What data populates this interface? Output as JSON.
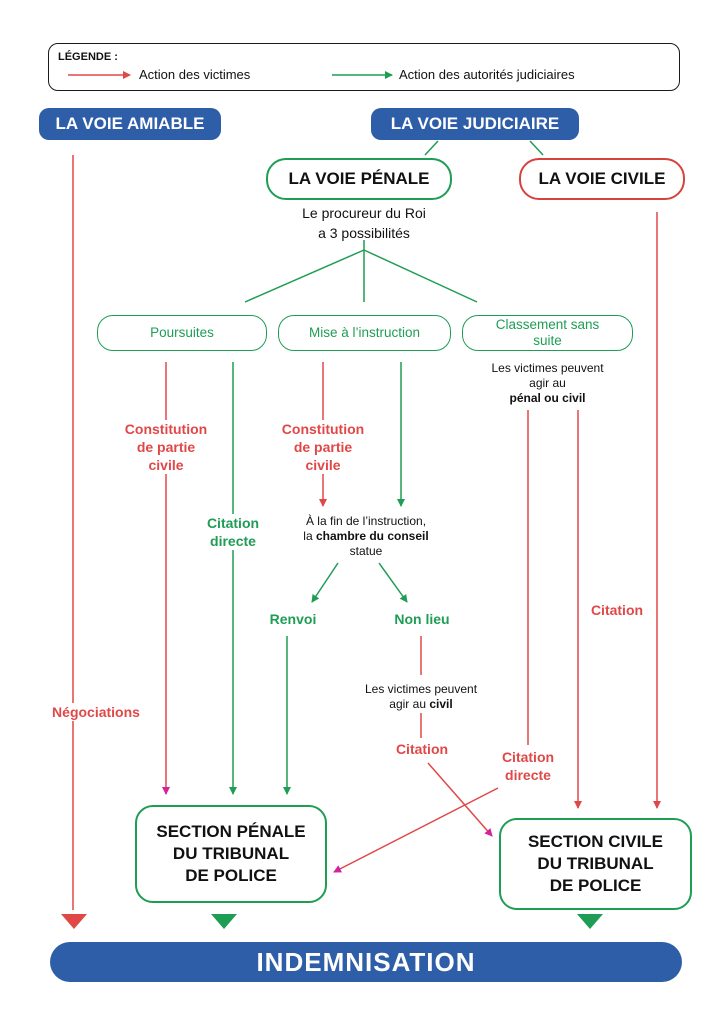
{
  "legend": {
    "title": "LÉGENDE :",
    "victims": "Action des victimes",
    "authorities": "Action des autorités judiciaires",
    "victims_color": "#e04848",
    "authorities_color": "#1f9d55"
  },
  "voie_amiable": "LA VOIE AMIABLE",
  "voie_judiciaire": "LA VOIE JUDICIAIRE",
  "voie_penale": "LA VOIE PÉNALE",
  "voie_civile": "LA VOIE CIVILE",
  "procureur": {
    "line1": "Le procureur du Roi",
    "line2": "a 3 possibilités"
  },
  "options": {
    "poursuites": "Poursuites",
    "instruction": "Mise à l’instruction",
    "classement": "Classement sans suite"
  },
  "labels": {
    "constitution_1": [
      "Constitution",
      "de partie",
      "civile"
    ],
    "constitution_2": [
      "Constitution",
      "de partie",
      "civile"
    ],
    "citation_directe_green": [
      "Citation",
      "directe"
    ],
    "renvoi": "Renvoi",
    "non_lieu": "Non lieu",
    "citation_civil": "Citation",
    "citation_directe_red": [
      "Citation",
      "directe"
    ],
    "citation_civile_voie": "Citation",
    "negociations": "Négociations"
  },
  "notes": {
    "classement": {
      "l1": "Les victimes peuvent",
      "l2": "agir au",
      "l3": "pénal ou civil"
    },
    "instruction": {
      "l1": "À la fin de l’instruction,",
      "l2a": "la ",
      "l2b": "chambre du conseil",
      "l3": "statue"
    },
    "non_lieu": {
      "l1": "Les victimes peuvent",
      "l2a": "agir au ",
      "l2b": "civil"
    }
  },
  "sections": {
    "penale": [
      "SECTION PÉNALE",
      "DU TRIBUNAL",
      "DE POLICE"
    ],
    "civile": [
      "SECTION CIVILE",
      "DU TRIBUNAL",
      "DE POLICE"
    ]
  },
  "indemnisation": "INDEMNISATION",
  "colors": {
    "blue": "#2f5ea8",
    "green": "#1f9d55",
    "red": "#e04848",
    "pink": "#d3229b"
  }
}
